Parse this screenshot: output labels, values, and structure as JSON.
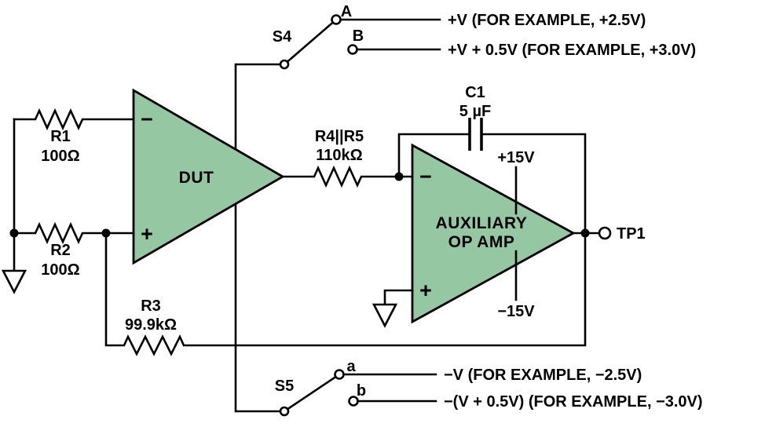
{
  "colors": {
    "opamp_fill": "#95c8a2",
    "wire": "#000000",
    "background": "#ffffff"
  },
  "power_rails": {
    "s4": {
      "label": "S4",
      "a": {
        "terminal": "A",
        "text": "+V (FOR EXAMPLE, +2.5V)"
      },
      "b": {
        "terminal": "B",
        "text": "+V + 0.5V (FOR EXAMPLE, +3.0V)"
      }
    },
    "s5": {
      "label": "S5",
      "a": {
        "terminal": "a",
        "text": "−V (FOR EXAMPLE, −2.5V)"
      },
      "b": {
        "terminal": "b",
        "text": "−(V + 0.5V) (FOR EXAMPLE, −3.0V)"
      }
    }
  },
  "components": {
    "r1": {
      "name": "R1",
      "value": "100Ω"
    },
    "r2": {
      "name": "R2",
      "value": "100Ω"
    },
    "r3": {
      "name": "R3",
      "value": "99.9kΩ"
    },
    "r4r5": {
      "name": "R4||R5",
      "value": "110kΩ"
    },
    "c1": {
      "name": "C1",
      "value": "5 µF"
    },
    "dut": {
      "label": "DUT",
      "inverting": "−",
      "noninverting": "+"
    },
    "aux": {
      "label_line1": "AUXILIARY",
      "label_line2": "OP AMP",
      "inverting": "−",
      "noninverting": "+",
      "positive_supply": "+15V",
      "negative_supply": "−15V"
    },
    "tp1": {
      "label": "TP1"
    }
  }
}
